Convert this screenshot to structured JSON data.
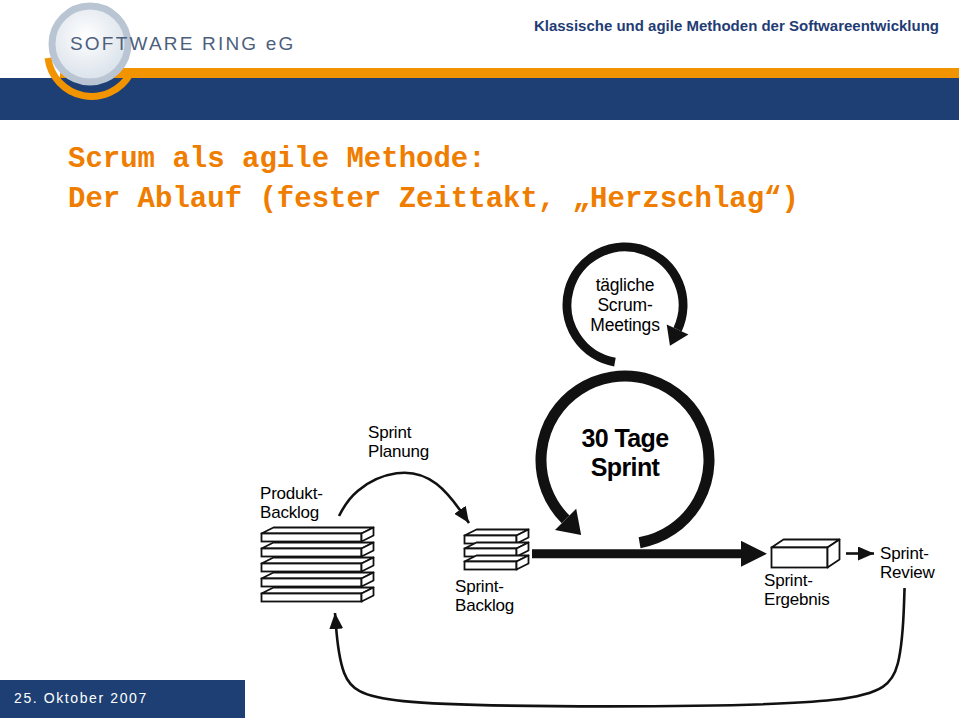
{
  "diagram": {
    "title": "Scrum als agile Methode: Der Ablauf (fester Zeittakt, „Herzschlag“)",
    "nodes": [
      {
        "text": [
          "tägliche Scrum-Meetings"
        ]
      },
      {
        "text": [
          "30 Tage Sprint"
        ]
      },
      {
        "text": [
          "Produkt-Backlog"
        ]
      },
      {
        "text": [
          "Sprint-Backlog"
        ]
      },
      {
        "text": [
          "Sprint-Ergebnis"
        ]
      },
      {
        "text": [
          "Sprint-Review"
        ]
      }
    ],
    "edges": [
      {
        "from": 2,
        "to": 3,
        "label": "Sprint Planung",
        "arrow": "to"
      },
      {
        "from": 3,
        "to": 4,
        "arrow": "to"
      },
      {
        "from": 4,
        "to": 5,
        "arrow": "to"
      },
      {
        "from": 5,
        "to": 2,
        "arrow": "to"
      }
    ],
    "labels": [
      "SOFTWARE RING eG",
      "Klassische und agile Methoden der Softwareentwicklung",
      "25. Oktober 2007"
    ]
  }
}
